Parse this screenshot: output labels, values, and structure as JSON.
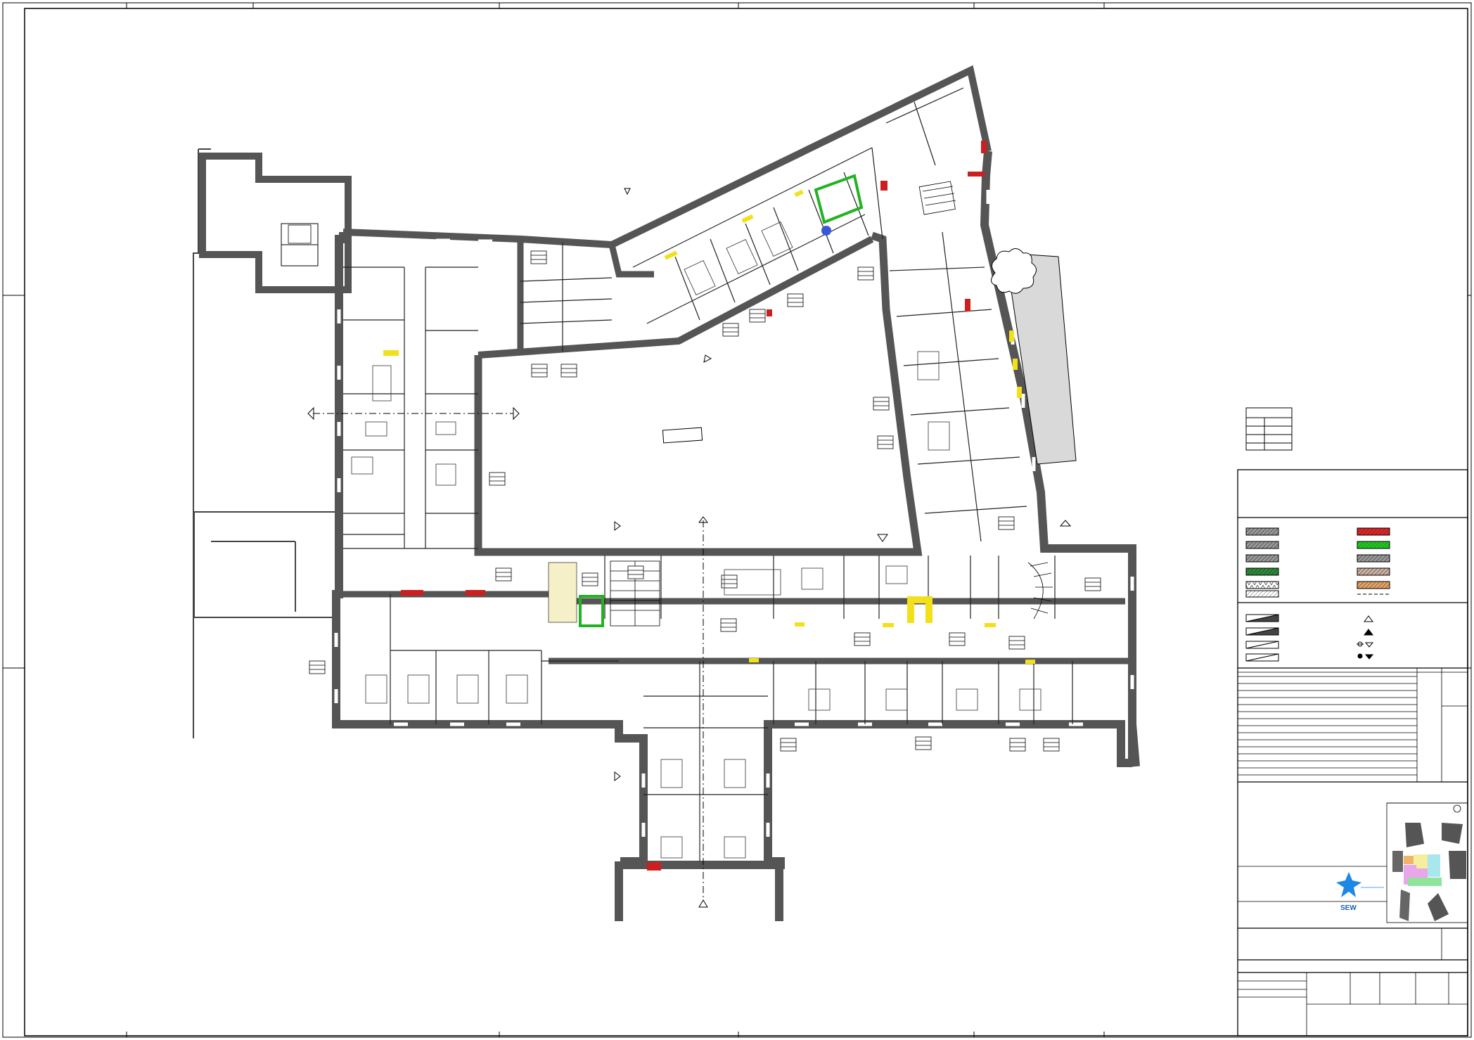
{
  "title_block": {
    "logo_text": "SEW"
  },
  "colors": {
    "wall": "#5a5a5a",
    "wall_dark": "#444444",
    "line": "#000000",
    "red": "#cc1f1f",
    "green": "#21b321",
    "yellow": "#f2e11a",
    "courtyard_strip": "#d9d9d9",
    "pale_yellow": "#f5f0c8",
    "logo_blue": "#1e88e5",
    "keyplan_pink": "#e9a6ea",
    "keyplan_green": "#8fe39a",
    "keyplan_orange": "#f0b36a",
    "keyplan_cyan": "#a9e7ef",
    "keyplan_yellow": "#f5ee9c"
  },
  "legend": {
    "material_swatches_left": [
      "hatch-gray",
      "hatch-gray",
      "hatch-gray",
      "hatch-green",
      "zigzag",
      "hatch-light"
    ],
    "material_swatches_right": [
      "red",
      "green",
      "hatch-gray",
      "hatch-brown",
      "hatch-orange",
      "dashed-line"
    ],
    "symbol_swatches": [
      "diagonal-solid",
      "diagonal-solid",
      "diagonal-outline",
      "diagonal-outline"
    ],
    "symbol_icons": [
      "triangle-up-outline-icon",
      "triangle-up-filled-icon",
      "level-marker-icon",
      "level-marker-filled-icon"
    ]
  }
}
